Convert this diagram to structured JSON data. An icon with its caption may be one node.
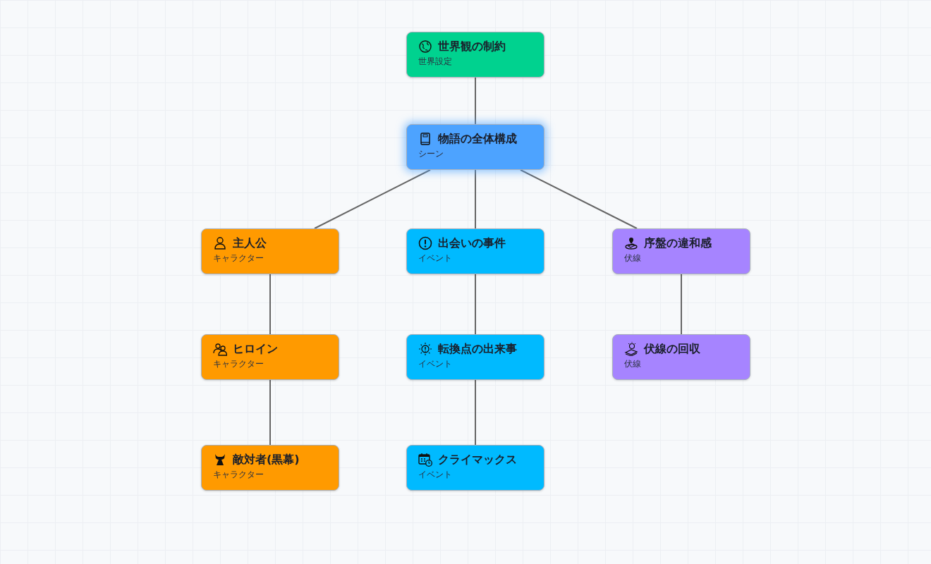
{
  "diagram": {
    "nodes": [
      {
        "text": [
          "世界観の制約",
          "世界設定"
        ]
      },
      {
        "text": [
          "物語の全体構成",
          "シーン"
        ]
      },
      {
        "text": [
          "主人公",
          "キャラクター"
        ]
      },
      {
        "text": [
          "出会いの事件",
          "イベント"
        ]
      },
      {
        "text": [
          "序盤の違和感",
          "伏線"
        ]
      },
      {
        "text": [
          "ヒロイン",
          "キャラクター"
        ]
      },
      {
        "text": [
          "転換点の出来事",
          "イベント"
        ]
      },
      {
        "text": [
          "伏線の回収",
          "伏線"
        ]
      },
      {
        "text": [
          "敵対者(黒幕)",
          "キャラクター"
        ]
      },
      {
        "text": [
          "クライマックス",
          "イベント"
        ]
      }
    ],
    "edges": [
      {
        "from": 0,
        "to": 1,
        "arrow": "none"
      },
      {
        "from": 1,
        "to": 2,
        "arrow": "none"
      },
      {
        "from": 1,
        "to": 3,
        "arrow": "none"
      },
      {
        "from": 1,
        "to": 4,
        "arrow": "none"
      },
      {
        "from": 2,
        "to": 5,
        "arrow": "none"
      },
      {
        "from": 5,
        "to": 8,
        "arrow": "none"
      },
      {
        "from": 3,
        "to": 6,
        "arrow": "none"
      },
      {
        "from": 6,
        "to": 9,
        "arrow": "none"
      },
      {
        "from": 4,
        "to": 7,
        "arrow": "none"
      }
    ]
  }
}
